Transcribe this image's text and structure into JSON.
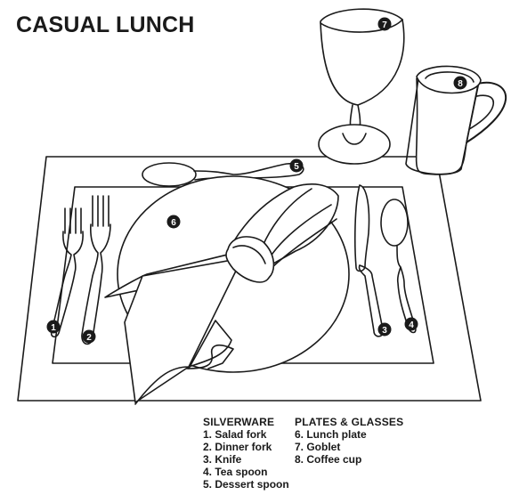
{
  "title": "CASUAL LUNCH",
  "markers": [
    "1",
    "2",
    "3",
    "4",
    "5",
    "6",
    "7",
    "8"
  ],
  "legend": {
    "silverware": {
      "heading": "SILVERWARE",
      "items": [
        "1. Salad fork",
        "2. Dinner fork",
        "3. Knife",
        "4. Tea spoon",
        "5. Dessert spoon"
      ]
    },
    "plates": {
      "heading": "PLATES & GLASSES",
      "items": [
        "6. Lunch plate",
        "7. Goblet",
        "8. Coffee cup"
      ]
    }
  },
  "colors": {
    "ink": "#1a1a1a",
    "paper": "#ffffff"
  }
}
